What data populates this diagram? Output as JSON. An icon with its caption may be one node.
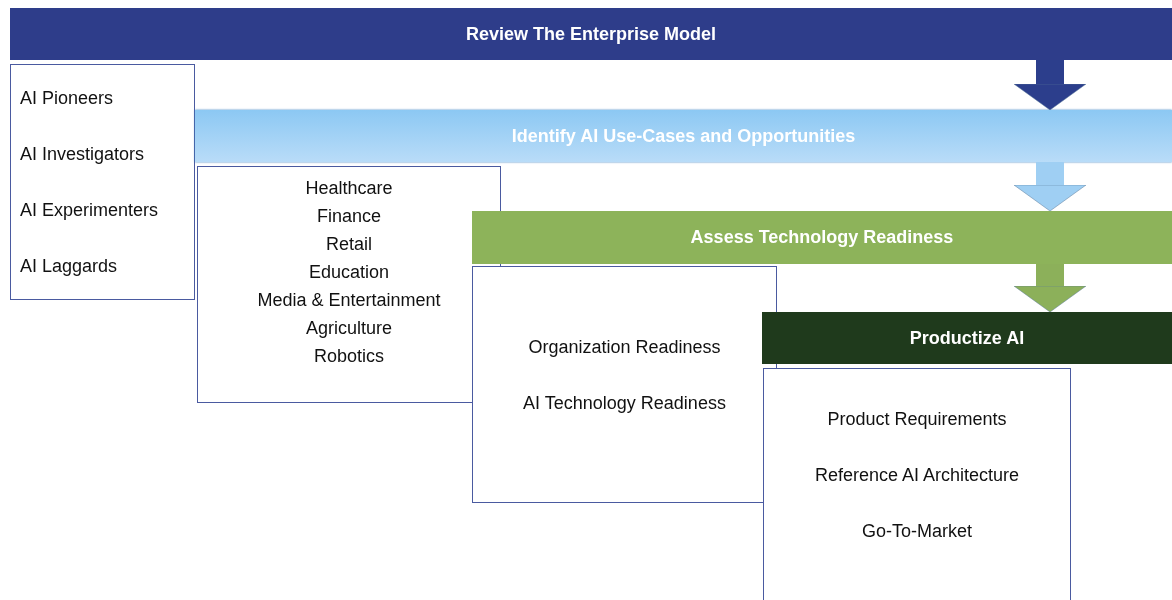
{
  "diagram": {
    "nodes": [
      {
        "text": [
          "Review The Enterprise Model"
        ]
      },
      {
        "text": [
          "AI Pioneers",
          "AI Investigators",
          "AI Experimenters",
          "AI Laggards"
        ]
      },
      {
        "text": [
          "Identify AI Use-Cases and Opportunities"
        ]
      },
      {
        "text": [
          "Healthcare",
          "Finance",
          "Retail",
          "Education",
          "Media & Entertainment",
          "Agriculture",
          "Robotics"
        ]
      },
      {
        "text": [
          "Assess Technology Readiness"
        ]
      },
      {
        "text": [
          "Organization Readiness",
          "AI Technology Readiness"
        ]
      },
      {
        "text": [
          "Productize AI"
        ]
      },
      {
        "text": [
          "Product Requirements",
          "Reference AI Architecture",
          "Go-To-Market"
        ]
      }
    ],
    "edges": [
      {
        "from": 0,
        "to": 2,
        "arrow": "to",
        "color": "#2c3e8c"
      },
      {
        "from": 2,
        "to": 4,
        "arrow": "to",
        "color": "#9fcff3"
      },
      {
        "from": 4,
        "to": 6,
        "arrow": "to",
        "color": "#8cb05a"
      }
    ]
  }
}
